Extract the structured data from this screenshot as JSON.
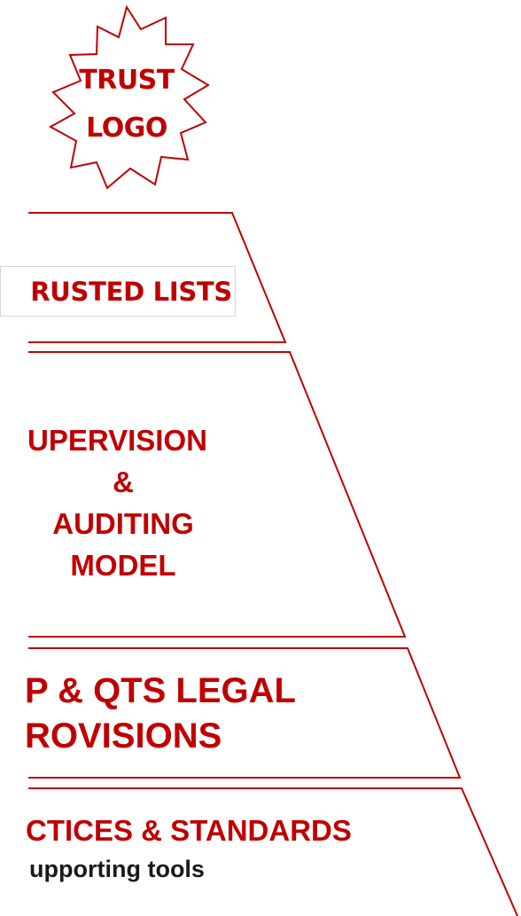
{
  "logo": {
    "line1": "TRUST",
    "line2": "LOGO"
  },
  "tiers": {
    "trusted_lists": "RUSTED LISTS",
    "supervision": {
      "line1": "UPERVISION",
      "line2": "&",
      "line3": "AUDITING",
      "line4": "MODEL"
    },
    "legal": {
      "line1": "P & QTS LEGAL",
      "line2": "ROVISIONS"
    },
    "practices": {
      "line1": "CTICES & STANDARDS",
      "line2": "upporting tools"
    }
  },
  "colors": {
    "accent": "#c00000",
    "text_red": "#c00000",
    "text_black": "#1a1a1a"
  }
}
